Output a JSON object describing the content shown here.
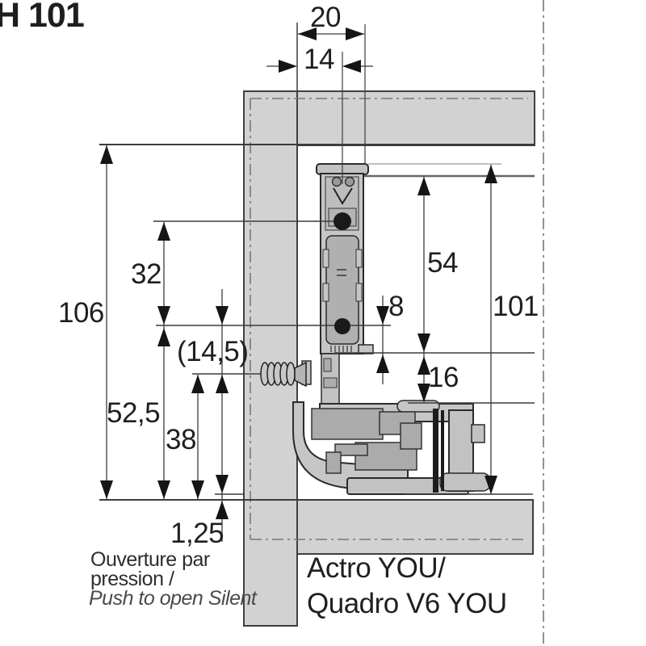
{
  "title": "H 101",
  "dimensions": {
    "top_outer_width": "20",
    "top_inner_width": "14",
    "total_height": "106",
    "hole_spacing": "32",
    "screw_offset": "(14,5)",
    "lower_height": "52,5",
    "screw_axis_height": "38",
    "push_gap": "1,25",
    "rail_top_offset": "54",
    "runner_height": "101",
    "hole_to_bottom": "8",
    "clearance": "16"
  },
  "annotations": {
    "note_fr_line1": "Ouverture par",
    "note_fr_line2": "pression /",
    "note_en": "Push to open Silent",
    "product_line1": "Actro YOU/",
    "product_line2": "Quadro V6 YOU"
  },
  "colors": {
    "panel_fill": "#d2d2d2",
    "panel_stroke": "#3f3f3f",
    "metal_fill": "#c6c6c6",
    "metal_dark_stroke": "#2b2b2b",
    "hole_fill": "#1a1a1a",
    "dimension_line": "#3c3c3c",
    "arrow": "#151515",
    "dashdot": "#787878",
    "text": "#1f1f1f"
  }
}
